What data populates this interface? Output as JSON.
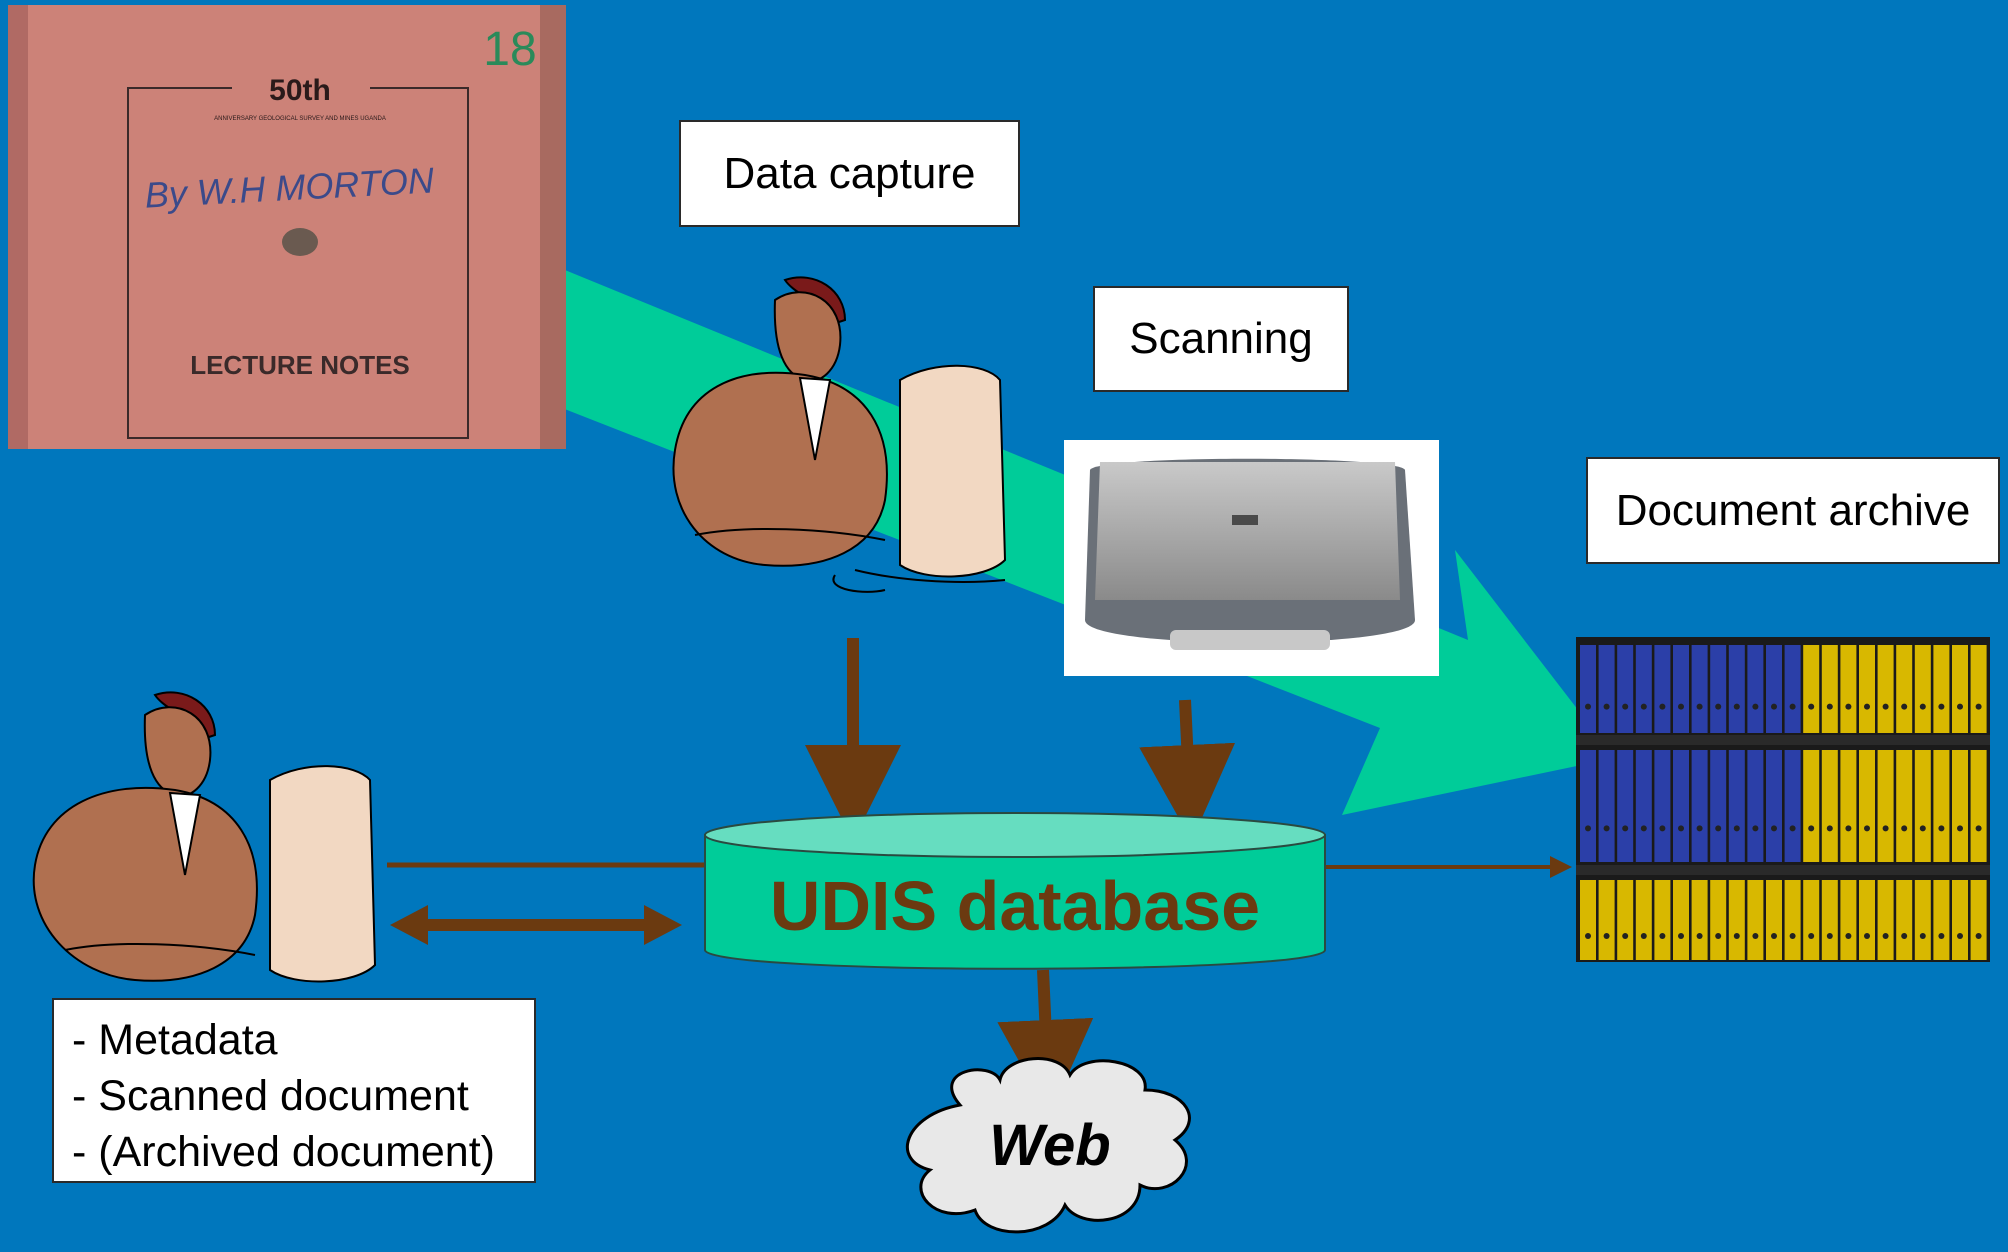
{
  "labels": {
    "data_capture": "Data capture",
    "scanning": "Scanning",
    "document_archive": "Document archive"
  },
  "database": {
    "title": "UDIS database"
  },
  "web": {
    "title": "Web"
  },
  "output_list": [
    "- Metadata",
    "- Scanned document",
    "- (Archived document)"
  ],
  "book_cover": {
    "heading": "50th",
    "subheading": "ANNIVERSARY GEOLOGICAL SURVEY AND MINES UGANDA",
    "handwritten": "By W.H MORTON",
    "title": "LECTURE NOTES",
    "number": "18"
  },
  "colors": {
    "background": "#0077bd",
    "flow_arrow": "#00cc99",
    "database_fill": "#00cc99",
    "database_top": "#66ddc0",
    "connector_arrow": "#6b3a10",
    "database_text": "#6b3a10"
  }
}
